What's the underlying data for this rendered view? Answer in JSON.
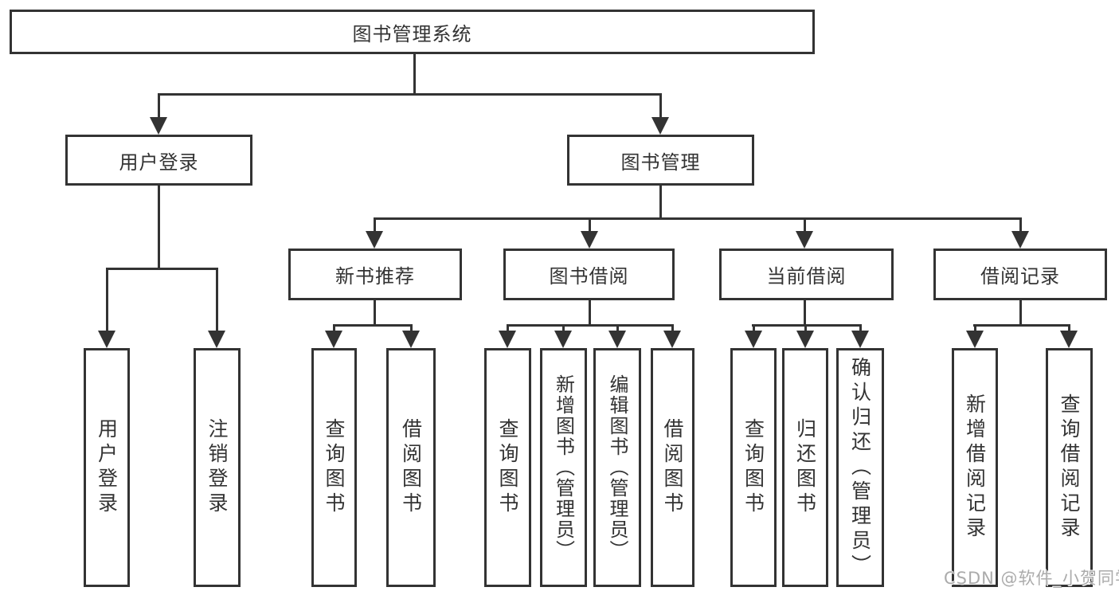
{
  "diagram": {
    "title": "图书管理系统",
    "colors": {
      "line": "#333333",
      "text": "#333333",
      "background": "#ffffff",
      "watermark": "#ababab"
    },
    "tree": {
      "root": {
        "label": "图书管理系统"
      },
      "level2": [
        {
          "label": "用户登录",
          "children": [
            {
              "label": "用户登录"
            },
            {
              "label": "注销登录"
            }
          ]
        },
        {
          "label": "图书管理",
          "children": [
            {
              "label": "新书推荐",
              "children": [
                {
                  "label": "查询图书"
                },
                {
                  "label": "借阅图书"
                }
              ]
            },
            {
              "label": "图书借阅",
              "children": [
                {
                  "label": "查询图书"
                },
                {
                  "label": "新增图书（管理员）"
                },
                {
                  "label": "编辑图书（管理员）"
                },
                {
                  "label": "借阅图书"
                }
              ]
            },
            {
              "label": "当前借阅",
              "children": [
                {
                  "label": "查询图书"
                },
                {
                  "label": "归还图书"
                },
                {
                  "label": "确认归还（管理员）"
                }
              ]
            },
            {
              "label": "借阅记录",
              "children": [
                {
                  "label": "新增借阅记录"
                },
                {
                  "label": "查询借阅记录"
                }
              ]
            }
          ]
        }
      ]
    }
  },
  "watermark": {
    "text": "CSDN @软件_小贺同学"
  }
}
